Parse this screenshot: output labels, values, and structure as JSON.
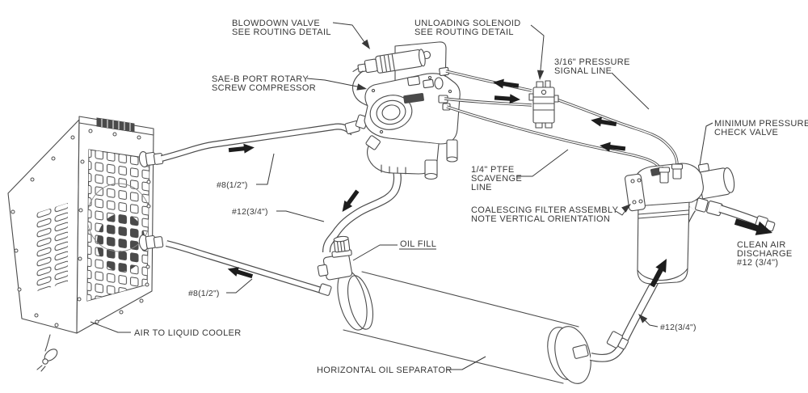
{
  "diagram": {
    "type": "technical-illustration",
    "subject": "rotary screw compressor air/oil plumbing schematic",
    "colors": {
      "background": "#ffffff",
      "line": "#4b4b4b",
      "label": "#383838",
      "arrow": "#1d1d1d"
    },
    "callouts": {
      "blowdown_valve": {
        "line1": "BLOWDOWN VALVE",
        "line2": "SEE ROUTING DETAIL"
      },
      "unloading_solenoid": {
        "line1": "UNLOADING SOLENOID",
        "line2": "SEE ROUTING DETAIL"
      },
      "compressor": {
        "line1": "SAE-B PORT ROTARY",
        "line2": "SCREW COMPRESSOR"
      },
      "pressure_signal_line": {
        "line1": "3/16\" PRESSURE",
        "line2": "SIGNAL LINE"
      },
      "min_pressure_check_valve": {
        "line1": "MINIMUM PRESSURE",
        "line2": "CHECK VALVE"
      },
      "scavenge_line": {
        "line1": "1/4\" PTFE",
        "line2": "SCAVENGE",
        "line3": "LINE"
      },
      "coalescing_filter": {
        "line1": "COALESCING FILTER ASSEMBLY",
        "line2": "NOTE VERTICAL ORIENTATION"
      },
      "oil_fill": {
        "line1": "OIL FILL"
      },
      "hose_8_upper": {
        "line1": "#8(1/2\")"
      },
      "hose_12_upper": {
        "line1": "#12(3/4\")"
      },
      "hose_8_lower": {
        "line1": "#8(1/2\")"
      },
      "air_to_liquid_cooler": {
        "line1": "AIR TO LIQUID COOLER"
      },
      "horizontal_oil_separator": {
        "line1": "HORIZONTAL OIL SEPARATOR"
      },
      "hose_12_lower": {
        "line1": "#12(3/4\")"
      },
      "clean_air_discharge": {
        "line1": "CLEAN AIR",
        "line2": "DISCHARGE",
        "line3": "#12 (3/4\")"
      }
    }
  }
}
